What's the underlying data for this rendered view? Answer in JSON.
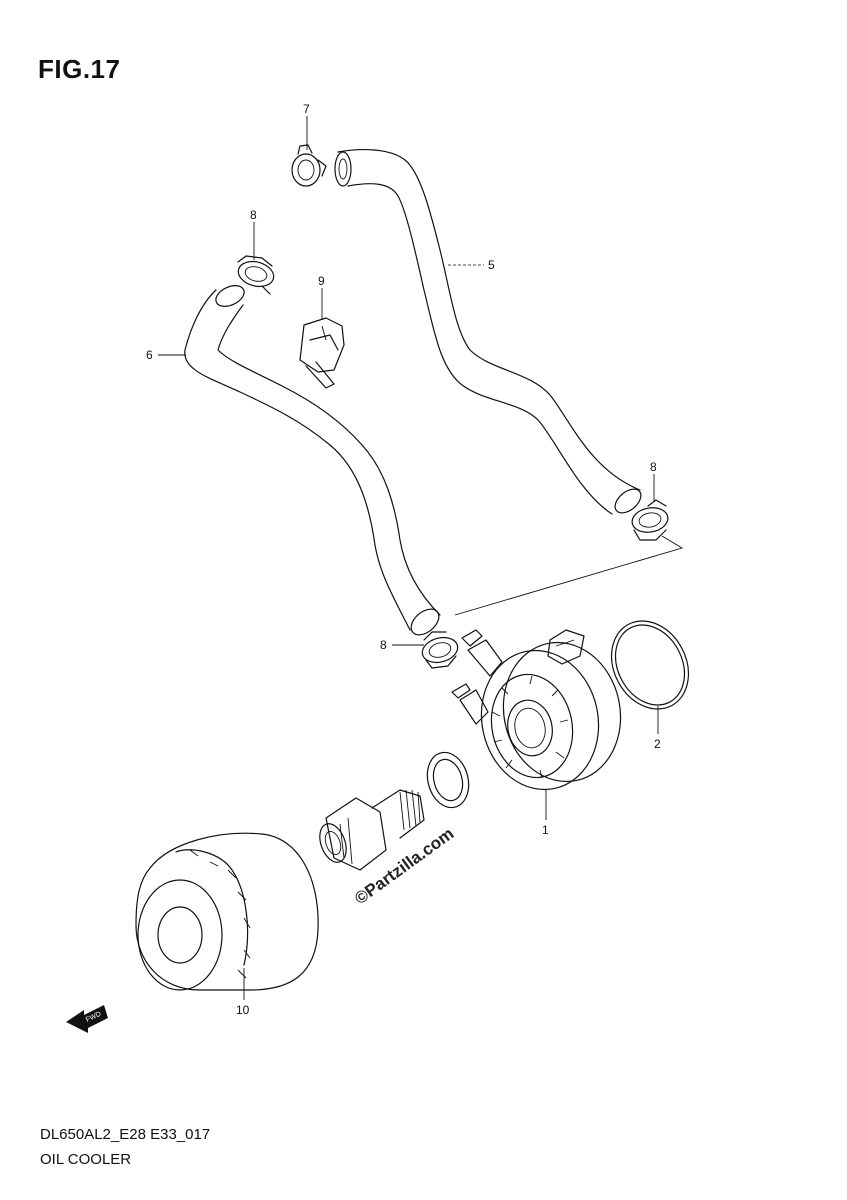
{
  "figure": {
    "title": "FIG.17"
  },
  "footer": {
    "model_code": "DL650AL2_E28 E33_017",
    "section_name": "OIL COOLER"
  },
  "watermark": "©Partzilla.com",
  "fwd_label": "FWD",
  "callouts": [
    {
      "number": "1",
      "part": "oil-cooler"
    },
    {
      "number": "2",
      "part": "o-ring"
    },
    {
      "number": "5",
      "part": "hose-upper"
    },
    {
      "number": "6",
      "part": "hose-lower"
    },
    {
      "number": "7",
      "part": "hose-clamp"
    },
    {
      "number": "8",
      "part": "hose-clamp"
    },
    {
      "number": "8",
      "part": "hose-clamp"
    },
    {
      "number": "8",
      "part": "hose-clamp"
    },
    {
      "number": "9",
      "part": "hose-clamp-holder"
    },
    {
      "number": "10",
      "part": "oil-filter"
    }
  ]
}
